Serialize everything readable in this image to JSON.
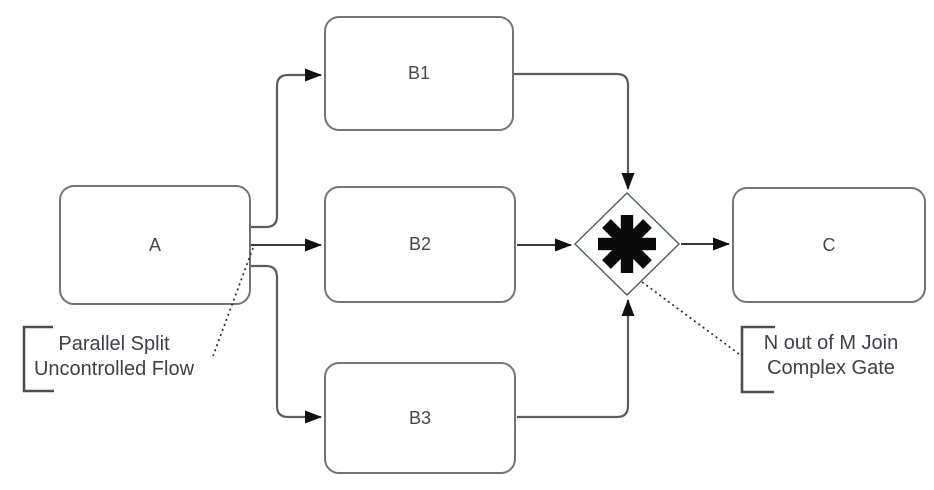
{
  "diagram_type": "bpmn-workflow-pattern",
  "nodes": [
    {
      "id": "A",
      "label": "A"
    },
    {
      "id": "B1",
      "label": "B1"
    },
    {
      "id": "B2",
      "label": "B2"
    },
    {
      "id": "B3",
      "label": "B3"
    },
    {
      "id": "C",
      "label": "C"
    }
  ],
  "gateway": {
    "type": "complex-gateway",
    "symbol": "eight-spoked-asterisk"
  },
  "flows": [
    {
      "from": "A",
      "to": "B1"
    },
    {
      "from": "A",
      "to": "B2"
    },
    {
      "from": "A",
      "to": "B3"
    },
    {
      "from": "B1",
      "to": "complex-gateway"
    },
    {
      "from": "B2",
      "to": "complex-gateway"
    },
    {
      "from": "B3",
      "to": "complex-gateway"
    },
    {
      "from": "complex-gateway",
      "to": "C"
    }
  ],
  "annotations": [
    {
      "target": "split-point-after-A",
      "lines": [
        "Parallel Split",
        "Uncontrolled Flow"
      ]
    },
    {
      "target": "complex-gateway",
      "lines": [
        "N out of M Join",
        "Complex Gate"
      ]
    }
  ],
  "colors": {
    "canvas-bg": "#ffffff",
    "node-fill": "#ffffff",
    "node-border": "#73737e",
    "node-text": "#46464e",
    "connector-gray": "#5b5b63",
    "connector-black": "#1c1c1c",
    "arrowhead": "#111111",
    "gateway-border": "#4d624d",
    "gateway-symbol": "#0b0b0b",
    "leader-color": "#2a2a2a",
    "bracket-color": "#4d4d55",
    "annotation-text": "#3f3f47"
  }
}
